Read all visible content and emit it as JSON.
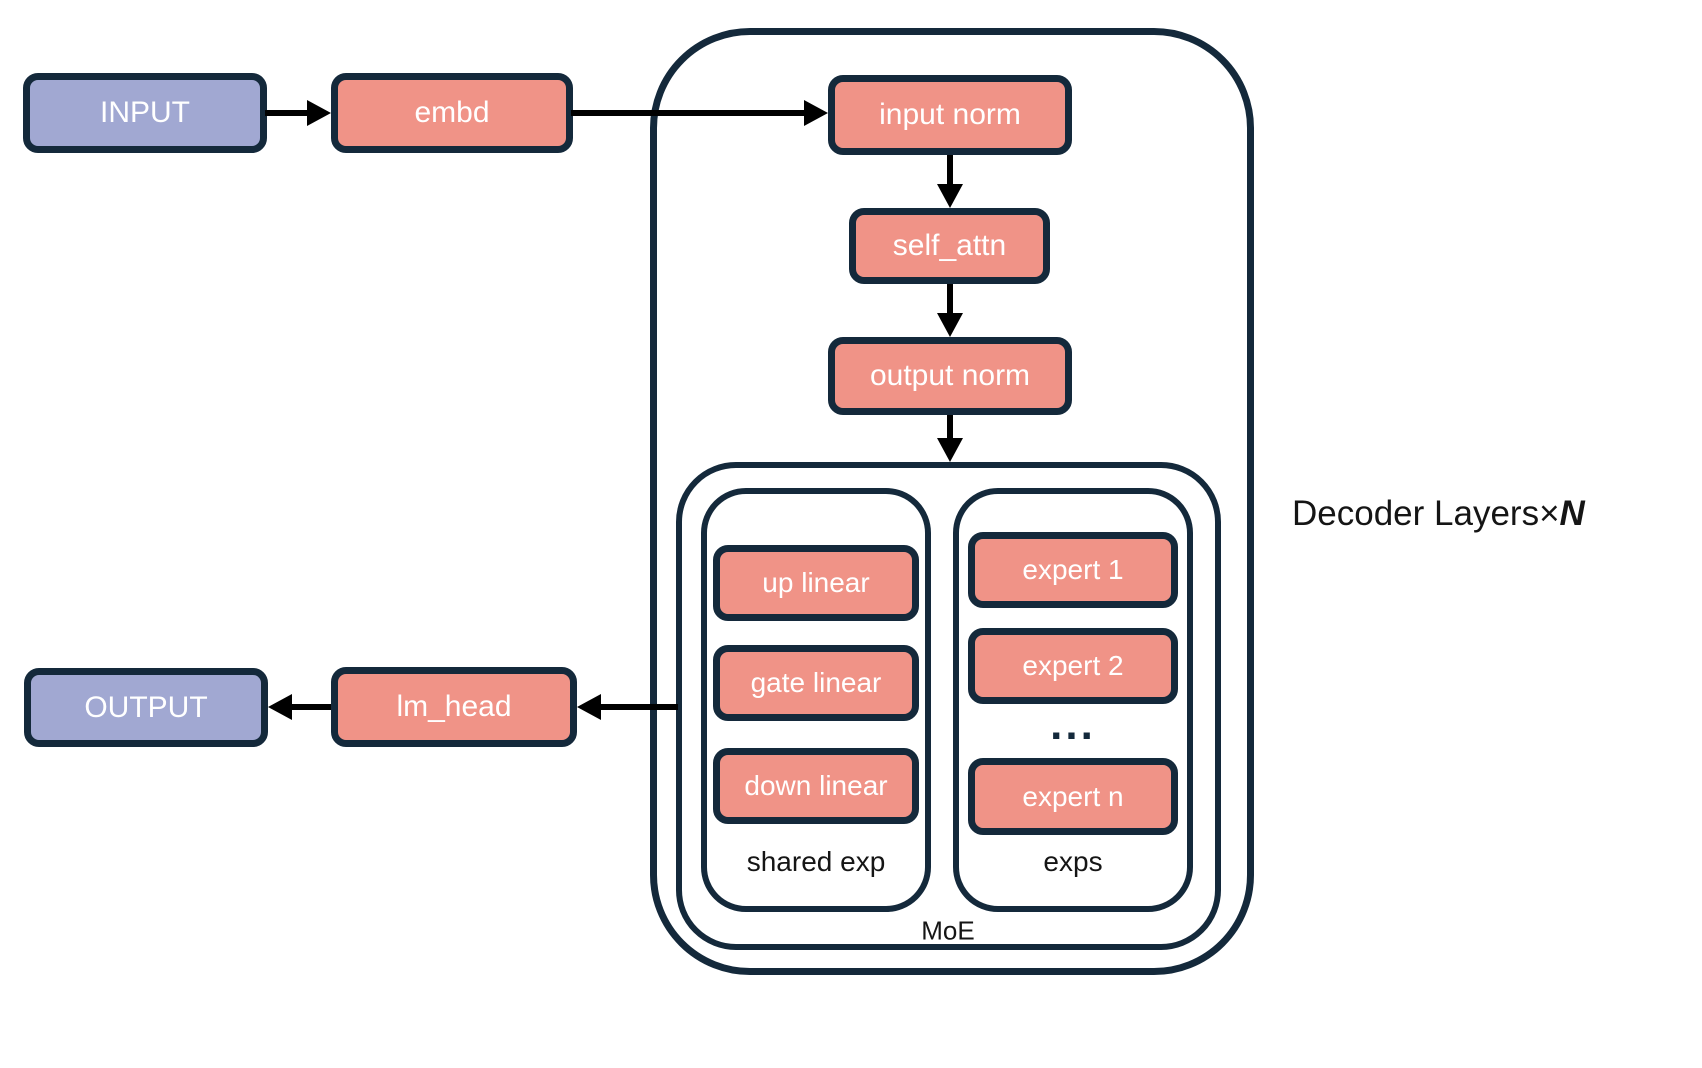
{
  "colors": {
    "bg": "#FFFFFF",
    "border": "#14293B",
    "module_fill": "#F09387",
    "io_fill": "#A1A8D2",
    "box_text": "#FFFFFF",
    "ink": "#151515",
    "arrow": "#000000"
  },
  "nodes": {
    "input": "INPUT",
    "embd": "embd",
    "input_norm": "input norm",
    "self_attn": "self_attn",
    "output_norm": "output norm",
    "up_linear": "up linear",
    "gate_linear": "gate linear",
    "down_linear": "down linear",
    "expert_1": "expert 1",
    "expert_2": "expert 2",
    "ellipsis": "...",
    "expert_n": "expert n",
    "lm_head": "lm_head",
    "output": "OUTPUT"
  },
  "groups": {
    "shared_exp": "shared exp",
    "exps": "exps",
    "moe": "MoE"
  },
  "annotation": {
    "decoder_layers": "Decoder Layers",
    "times": "×",
    "n": "N"
  }
}
